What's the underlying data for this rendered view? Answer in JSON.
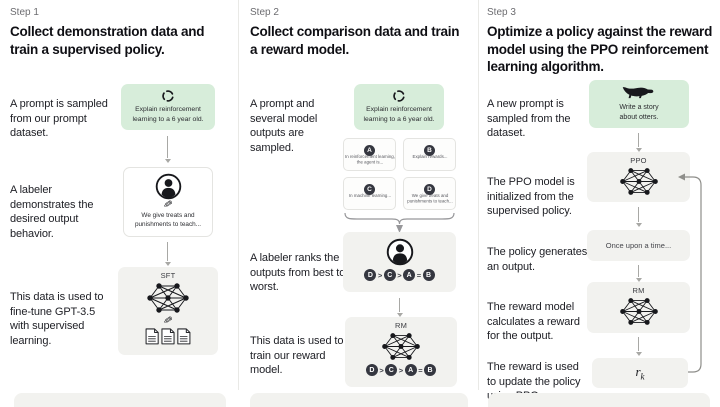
{
  "colors": {
    "green_card": "#d7edda",
    "grey_card": "#f2f2ef",
    "badge_dark": "#353740",
    "arrow_grey": "#a8a8a5"
  },
  "icons": {
    "pencil": "✎"
  },
  "col1": {
    "step": "Step 1",
    "heading": "Collect demonstration data and train a supervised policy.",
    "label_prompt": "A prompt is sampled from our prompt dataset.",
    "label_labeler": "A labeler demonstrates the desired output behavior.",
    "label_finetune": "This data is used to fine-tune GPT-3.5 with supervised learning.",
    "prompt_card_text": "Explain reinforcement learning to a 6 year old.",
    "demo_card_text": "We give treats and punishments to teach...",
    "sft_label": "SFT"
  },
  "col2": {
    "step": "Step 2",
    "heading": "Collect comparison data and train a reward model.",
    "label_prompt": "A prompt and several model outputs are sampled.",
    "label_rank": "A labeler ranks the outputs from best to worst.",
    "label_train": "This data is used to train our reward model.",
    "prompt_card_text": "Explain reinforcement learning to a 6 year old.",
    "outputs": [
      {
        "letter": "A",
        "text": "In reinforcement learning, the agent is..."
      },
      {
        "letter": "B",
        "text": "Explain rewards..."
      },
      {
        "letter": "C",
        "text": "In machine learning..."
      },
      {
        "letter": "D",
        "text": "We give treats and punishments to teach..."
      }
    ],
    "ranking": [
      "D",
      "C",
      "A",
      "B"
    ],
    "separators": [
      ">",
      ">",
      "="
    ],
    "rm_label": "RM"
  },
  "col3": {
    "step": "Step 3",
    "heading": "Optimize a policy against the reward model using the PPO reinforcement learning algorithm.",
    "label_prompt": "A new prompt is sampled from the dataset.",
    "label_init": "The PPO model is initialized from the supervised policy.",
    "label_output": "The policy generates an output.",
    "label_reward": "The reward model calculates a reward for the output.",
    "label_update": "The reward is used to update the policy using PPO.",
    "prompt_card_text": "Write a story about otters.",
    "ppo_label": "PPO",
    "output_card_text": "Once upon a time...",
    "rm_label": "RM",
    "reward_symbol": "r",
    "reward_subscript": "k"
  }
}
